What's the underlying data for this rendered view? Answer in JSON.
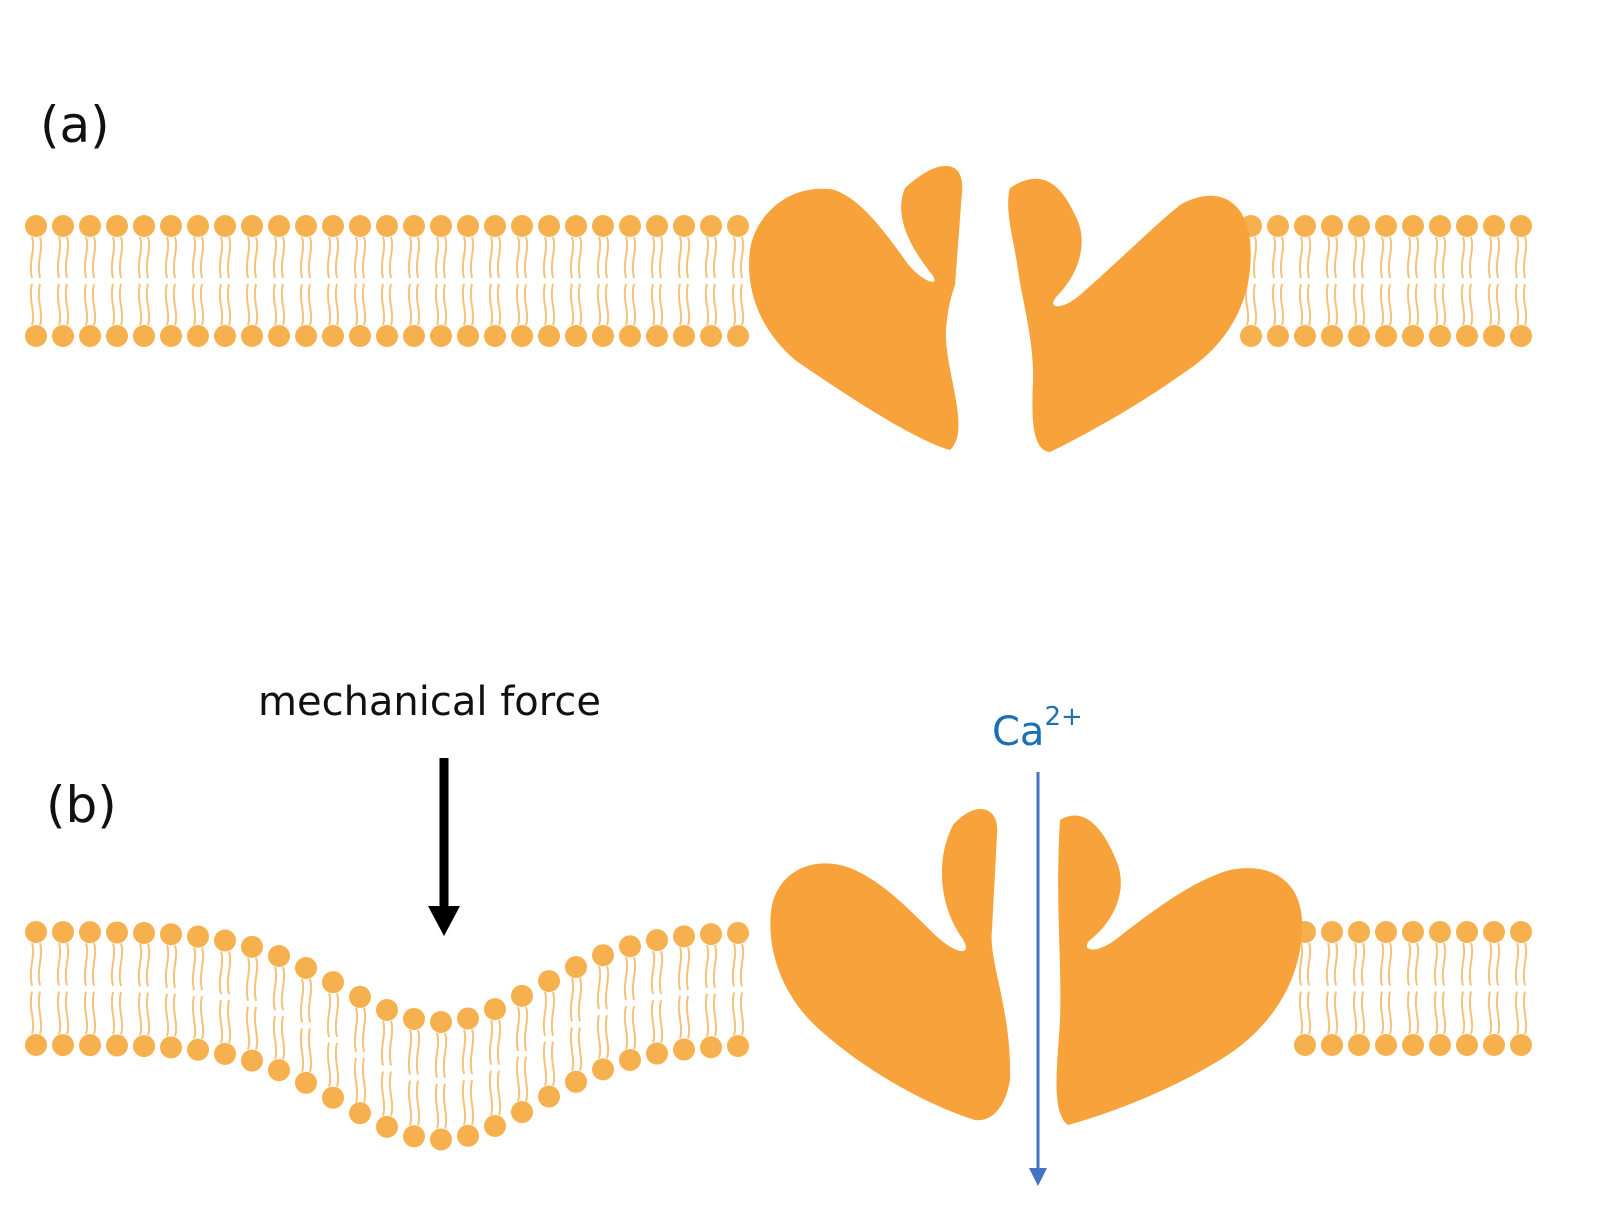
{
  "panels": {
    "a": {
      "label": "(a)"
    },
    "b": {
      "label": "(b)"
    }
  },
  "annotations": {
    "force_label": "mechanical force",
    "ion_symbol": "Ca",
    "ion_charge": "2+"
  },
  "colors": {
    "lipid": "#f7b04e",
    "lipid_tail": "#f6c27a",
    "channel": "#f7a23a",
    "force_arrow": "#000000",
    "ion_arrow": "#4472c4",
    "ion_text": "#1b6fb3"
  }
}
